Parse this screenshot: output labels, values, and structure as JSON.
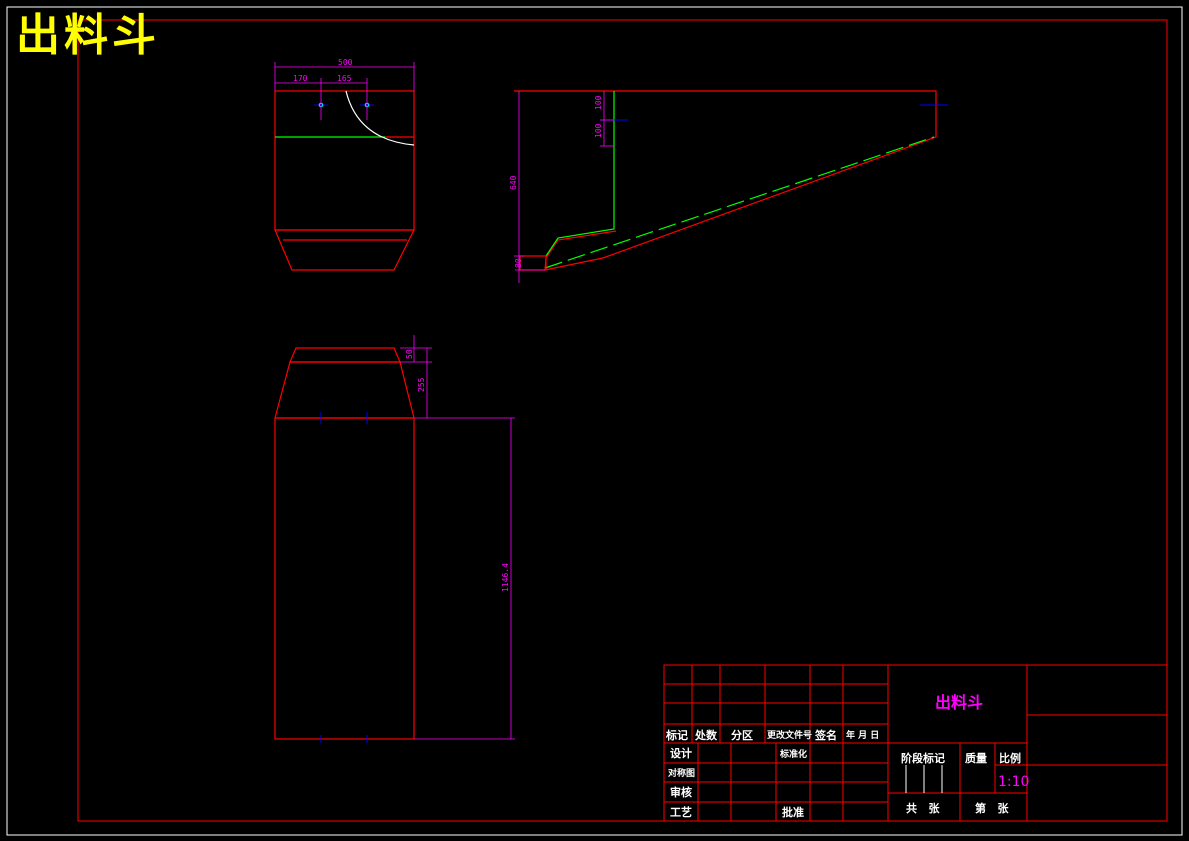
{
  "drawing": {
    "title": "出料斗",
    "colors": {
      "background": "#000000",
      "frame": "#ff0000",
      "outer_border": "#ffffff",
      "dimension": "#ff00ff",
      "title_text": "#ffff00",
      "center_mark": "#0000ff",
      "green_line": "#00ff00"
    }
  },
  "dimensions": {
    "top_view": {
      "overall_width": "500",
      "left_offset": "170",
      "hole_spacing": "165"
    },
    "side_view": {
      "height": "640",
      "top_segment_1": "100",
      "top_segment_2": "100",
      "bottom_segment": "80"
    },
    "front_view": {
      "top_band": "50",
      "taper_height": "255",
      "body_height": "1146.4"
    }
  },
  "title_block": {
    "part_name": "出料斗",
    "header_labels": {
      "mark": "标记",
      "count": "处数",
      "zone": "分区",
      "change_doc": "更改文件号",
      "signature": "签名",
      "date": "年 月 日"
    },
    "rows": {
      "design": "设计",
      "standardization": "标准化",
      "drawing_check": "对称图",
      "review": "审核",
      "process": "工艺",
      "approve": "批准"
    },
    "stage_mark": "阶段标记",
    "weight": "质量",
    "scale_label": "比例",
    "scale_value": "1:10",
    "total_sheets": "共   张",
    "sheet_no": "第   张"
  }
}
